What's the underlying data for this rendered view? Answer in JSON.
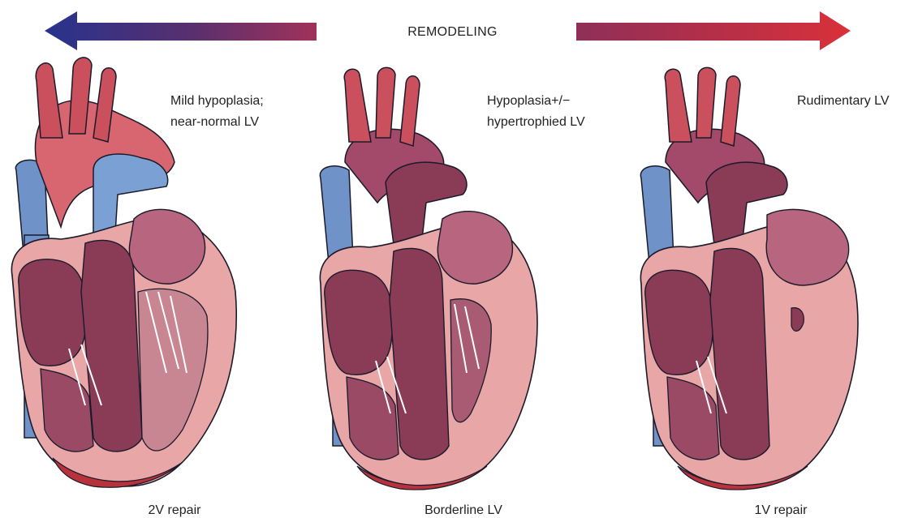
{
  "arrow": {
    "label": "REMODELING"
  },
  "colors": {
    "arrow_left": "#2b3a8f",
    "arrow_right": "#d4303d",
    "artery": "#c9505c",
    "vein": "#6f93c8",
    "muscle": "#8a3b55",
    "myocardium": "#e8a6a6",
    "chamber": "#b8657f"
  },
  "panels": [
    {
      "caption": "Mild hypoplasia;\nnear-normal LV",
      "bottom_label": "2V repair",
      "icon": "heart-normal-lv-illustration"
    },
    {
      "caption": "Hypoplasia+/−\nhypertrophied LV",
      "bottom_label": "Borderline LV",
      "icon": "heart-borderline-lv-illustration"
    },
    {
      "caption": "Rudimentary LV",
      "bottom_label": "1V repair",
      "icon": "heart-rudimentary-lv-illustration"
    }
  ]
}
